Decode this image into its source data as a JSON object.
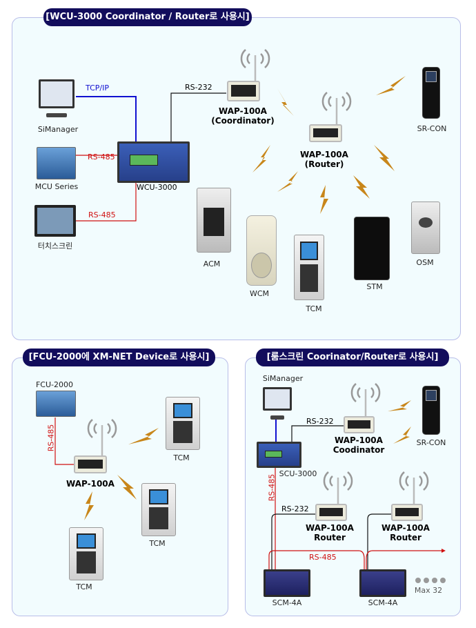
{
  "colors": {
    "title_bg": "#120d5c",
    "panel_bg": "#f2fcfe",
    "panel_border": "#b8bde8",
    "rs485": "#d01010",
    "tcpip": "#1010d0",
    "wireless": "#c8861a"
  },
  "panel1": {
    "title": "[WCU-3000 Coordinator / Router로 사용시]",
    "simanager": "SiManager",
    "mcu": "MCU Series",
    "touch": "터치스크린",
    "wcu": "WCU-3000",
    "tcpip": "TCP/IP",
    "rs485_a": "RS-485",
    "rs485_b": "RS-485",
    "rs232": "RS-232",
    "wap_coord": {
      "name": "WAP-100A",
      "role": "(Coordinator)"
    },
    "wap_router": {
      "name": "WAP-100A",
      "role": "(Router)"
    },
    "srcon": "SR-CON",
    "acm": "ACM",
    "wcm": "WCM",
    "tcm": "TCM",
    "stm": "STM",
    "osm": "OSM"
  },
  "panel2": {
    "title": "[FCU-2000에 XM-NET Device로 사용시]",
    "fcu": "FCU-2000",
    "rs485": "RS-485",
    "wap": "WAP-100A",
    "tcm1": "TCM",
    "tcm2": "TCM",
    "tcm3": "TCM"
  },
  "panel3": {
    "title": "[룸스크린 Coorinator/Router로 사용시]",
    "simanager": "SiManager",
    "scu": "SCU-3000",
    "rs232_a": "RS-232",
    "rs232_b": "RS-232",
    "rs485_v": "RS-485",
    "rs485_h": "RS-485",
    "wap_coord": {
      "name": "WAP-100A",
      "role": "Coodinator"
    },
    "wap_router1": {
      "name": "WAP-100A",
      "role": "Router"
    },
    "wap_router2": {
      "name": "WAP-100A",
      "role": "Router"
    },
    "srcon": "SR-CON",
    "scm1": "SCM-4A",
    "scm2": "SCM-4A",
    "max": "Max 32"
  }
}
